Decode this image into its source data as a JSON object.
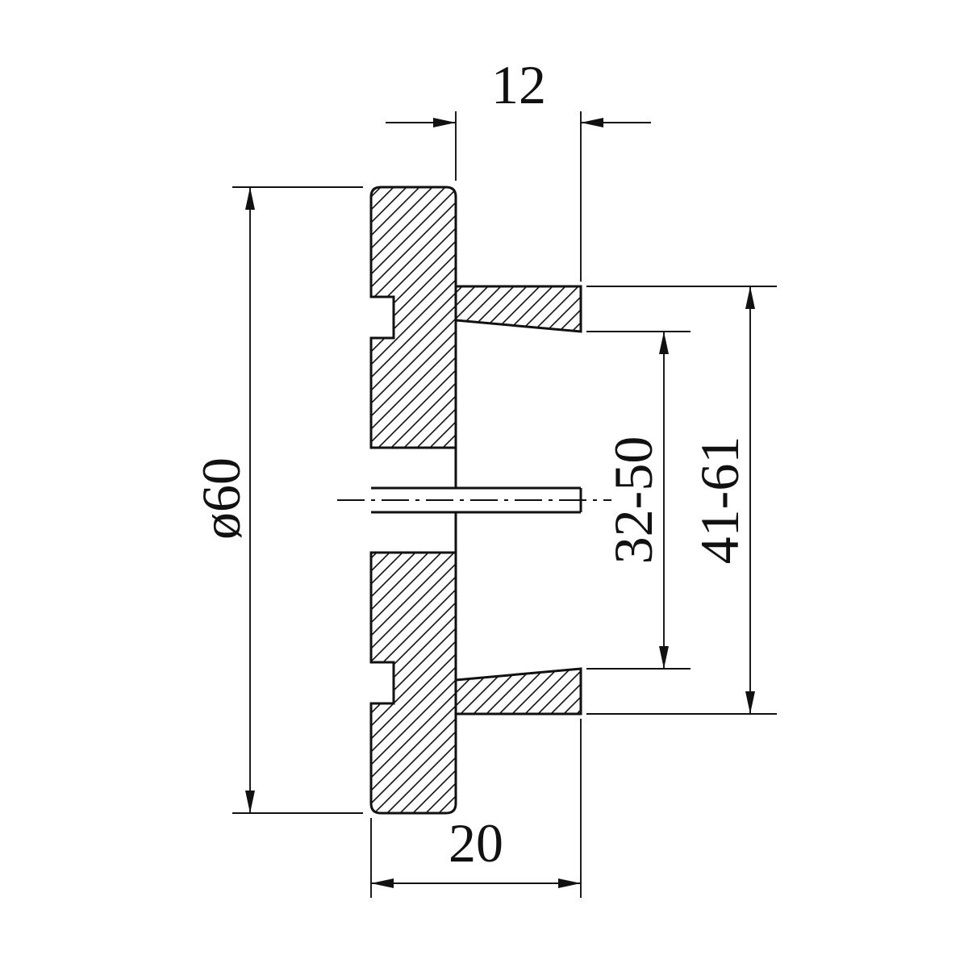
{
  "drawing": {
    "type": "technical-section-drawing",
    "background": "#ffffff",
    "line_color": "#111111",
    "dimensions": {
      "hub_width": "12",
      "outer_diameter": "ø60",
      "inner_diameter_range": "32-50",
      "outer_diameter_range": "41-61",
      "base_width": "20"
    }
  }
}
